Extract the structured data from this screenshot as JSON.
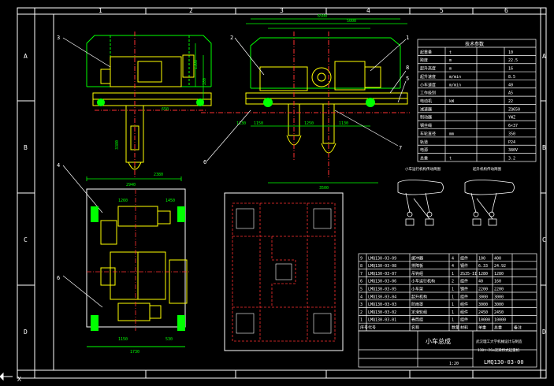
{
  "frame": {
    "top_numbers": [
      "1",
      "2",
      "3",
      "4",
      "5",
      "6"
    ],
    "side_letters": [
      "A",
      "B",
      "C",
      "D"
    ]
  },
  "callouts": [
    "1",
    "2",
    "3",
    "4",
    "5",
    "6",
    "7",
    "8"
  ],
  "dims": {
    "left_view": [
      "2940",
      "2380",
      "3380",
      "1300",
      "280",
      "650"
    ],
    "right_view": [
      "6500",
      "5000",
      "1150",
      "1250",
      "1130",
      "1130",
      "3500"
    ],
    "plan": [
      "1260",
      "1450",
      "1150",
      "1730",
      "530"
    ]
  },
  "tech_table": {
    "title": "技术参数",
    "rows": [
      [
        "起重量",
        "t",
        "10"
      ],
      [
        "跨度",
        "m",
        "22.5"
      ],
      [
        "起升高度",
        "m",
        "16"
      ],
      [
        "起升速度",
        "m/min",
        "8.5"
      ],
      [
        "小车速度",
        "m/min",
        "40"
      ],
      [
        "工作级别",
        "",
        "A5"
      ],
      [
        "电动机",
        "kW",
        "22"
      ],
      [
        "减速器",
        "",
        "ZQ650"
      ],
      [
        "制动器",
        "",
        "YWZ"
      ],
      [
        "钢丝绳",
        "",
        "6×37"
      ],
      [
        "车轮直径",
        "mm",
        "350"
      ],
      [
        "轨道",
        "",
        "P24"
      ],
      [
        "电源",
        "",
        "380V"
      ],
      [
        "总重",
        "t",
        "3.2"
      ]
    ]
  },
  "sketch_labels": {
    "a": "小车运行机构传动简图",
    "b": "起升机构传动简图"
  },
  "bom": {
    "rows": [
      [
        "9",
        "LMQ130-03-09",
        "缓冲器",
        "4",
        "组件",
        "100",
        "400"
      ],
      [
        "8",
        "LMQ130-03-08",
        "排障板",
        "4",
        "钢件",
        "6.33",
        "24.92"
      ],
      [
        "7",
        "LMQ130-03-07",
        "吊钩组",
        "1",
        "ZG35-II",
        "1280",
        "1280"
      ],
      [
        "6",
        "LMQ130-03-06",
        "小车运行机构",
        "2",
        "组件",
        "40",
        "160"
      ],
      [
        "5",
        "LMQ130-03-05",
        "小车架",
        "1",
        "钢件",
        "2200",
        "2200"
      ],
      [
        "4",
        "LMQ130-03-04",
        "起升机构",
        "1",
        "组件",
        "3000",
        "3000"
      ],
      [
        "3",
        "LMQ130-03-03",
        "防雨罩",
        "1",
        "组件",
        "3000",
        "3000"
      ],
      [
        "2",
        "LMQ130-03-02",
        "定滑轮组",
        "1",
        "组件",
        "2450",
        "2450"
      ],
      [
        "1",
        "LMQ130-03-01",
        "卷筒组",
        "1",
        "组件",
        "10000",
        "10000"
      ]
    ],
    "header": [
      "序号",
      "代号",
      "名称",
      "数量",
      "材料",
      "单重",
      "总重",
      "备注"
    ]
  },
  "title_block": {
    "drawing_name": "小车总成",
    "school": "武汉理工大学机械设计与制造",
    "project": "130t-26m双梁桥式起重机",
    "code": "LMQ130-03-00",
    "scale": "1:20"
  },
  "cursor": "X"
}
